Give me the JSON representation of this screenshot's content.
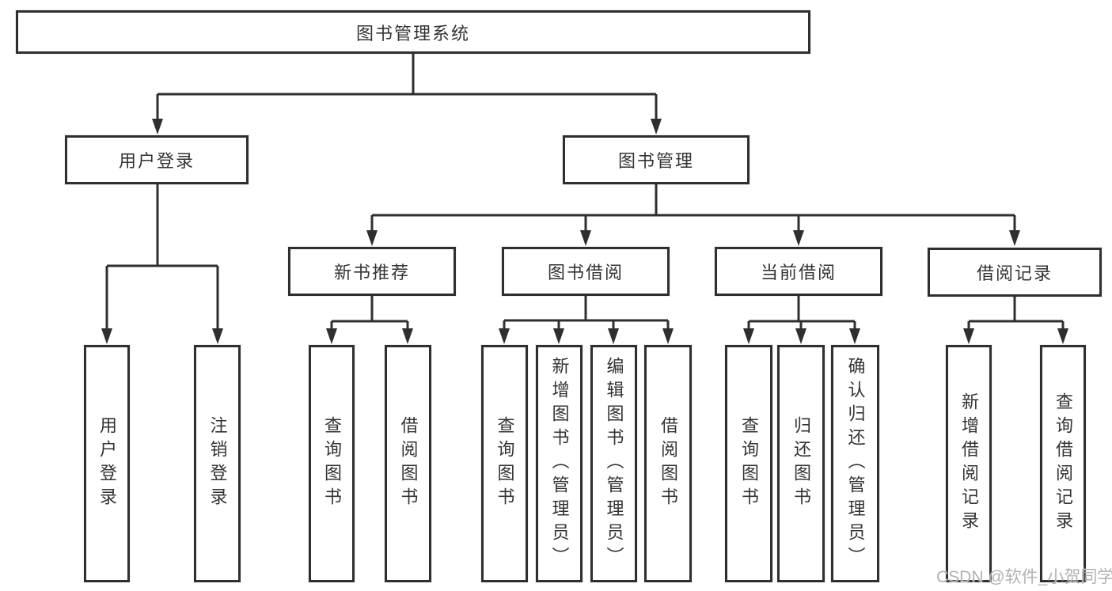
{
  "tree": {
    "root": {
      "label": "图书管理系统"
    },
    "branches": [
      {
        "label": "用户登录",
        "children": [
          {
            "label": "用户登录"
          },
          {
            "label": "注销登录"
          }
        ]
      },
      {
        "label": "图书管理",
        "sections": [
          {
            "label": "新书推荐",
            "children": [
              {
                "label": "查询图书"
              },
              {
                "label": "借阅图书"
              }
            ]
          },
          {
            "label": "图书借阅",
            "children": [
              {
                "label": "查询图书"
              },
              {
                "label": "新增图书（管理员）"
              },
              {
                "label": "编辑图书（管理员）"
              },
              {
                "label": "借阅图书"
              }
            ]
          },
          {
            "label": "当前借阅",
            "children": [
              {
                "label": "查询图书"
              },
              {
                "label": "归还图书"
              },
              {
                "label": "确认归还（管理员）"
              }
            ]
          },
          {
            "label": "借阅记录",
            "children": [
              {
                "label": "新增借阅记录"
              },
              {
                "label": "查询借阅记录"
              }
            ]
          }
        ]
      }
    ]
  },
  "watermark": {
    "text": "CSDN @软件_小贺同学"
  },
  "colors": {
    "line": "#2f2f2f",
    "border": "#2f2f2f",
    "text": "#333333",
    "background": "#ffffff",
    "watermark": "#b3b3b3"
  }
}
